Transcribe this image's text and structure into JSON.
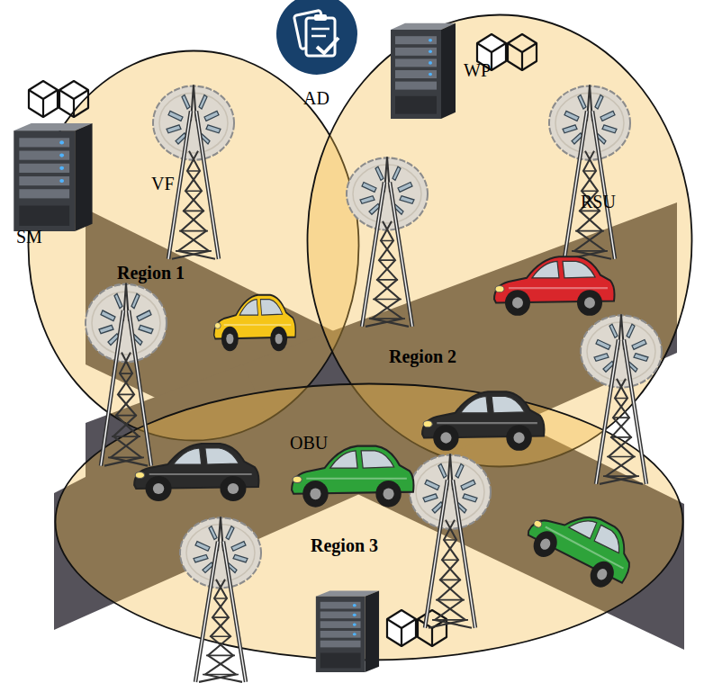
{
  "diagram": {
    "nodes": [
      {
        "text": [
          "Region 1"
        ]
      },
      {
        "text": [
          "Region 2"
        ]
      },
      {
        "text": [
          "Region 3"
        ]
      }
    ],
    "labels": [
      "AD",
      "WP",
      "VF",
      "SM",
      "RSU",
      "OBU"
    ]
  }
}
